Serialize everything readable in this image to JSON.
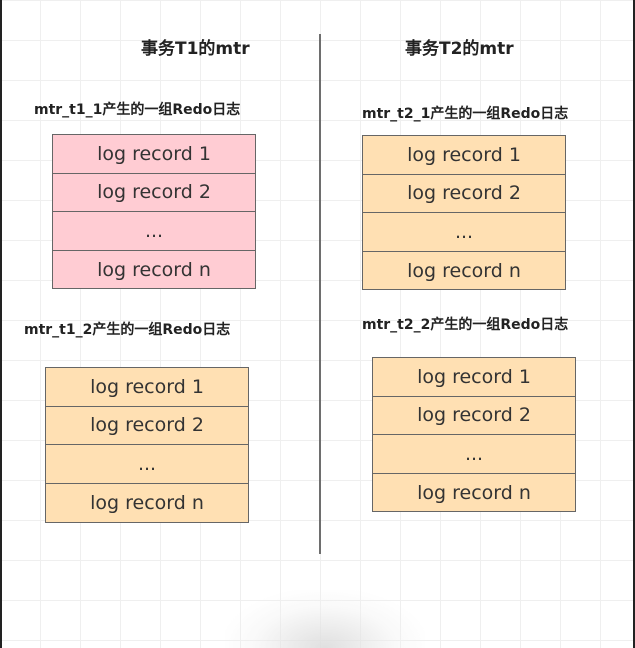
{
  "left": {
    "title": "事务T1的mtr",
    "groups": [
      {
        "caption": "mtr_t1_1产生的一组Redo日志",
        "color": "#ffccd3",
        "records": [
          "log record 1",
          "log record 2",
          "...",
          "log record n"
        ]
      },
      {
        "caption": "mtr_t1_2产生的一组Redo日志",
        "color": "#ffe0b3",
        "records": [
          "log record 1",
          "log record 2",
          "...",
          "log record n"
        ]
      }
    ]
  },
  "right": {
    "title": "事务T2的mtr",
    "groups": [
      {
        "caption": "mtr_t2_1产生的一组Redo日志",
        "color": "#ffe0b3",
        "records": [
          "log record 1",
          "log record 2",
          "...",
          "log record n"
        ]
      },
      {
        "caption": "mtr_t2_2产生的一组Redo日志",
        "color": "#ffe0b3",
        "records": [
          "log record 1",
          "log record 2",
          "...",
          "log record n"
        ]
      }
    ]
  }
}
